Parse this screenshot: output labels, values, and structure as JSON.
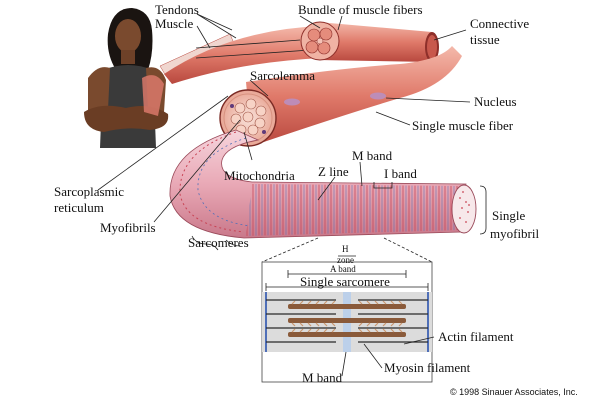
{
  "labels": {
    "tendons": "Tendons",
    "muscle": "Muscle",
    "bundle": "Bundle of muscle fibers",
    "connective_1": "Connective",
    "connective_2": "tissue",
    "sarcolemma": "Sarcolemma",
    "nucleus": "Nucleus",
    "single_fiber": "Single muscle fiber",
    "m_band_top": "M band",
    "z_line": "Z line",
    "i_band": "I band",
    "mitochondria": "Mitochondria",
    "sarcoplasmic_1": "Sarcoplasmic",
    "sarcoplasmic_2": "reticulum",
    "myofibrils": "Myofibrils",
    "single_myofibril_1": "Single",
    "single_myofibril_2": "myofibril",
    "sarcomeres": "Sarcomeres",
    "h_zone_1": "H",
    "h_zone_2": "zone",
    "a_band": "A band",
    "single_sarcomere": "Single sarcomere",
    "actin": "Actin filament",
    "myosin": "Myosin filament",
    "m_band_bottom": "M band"
  },
  "copyright": "© 1998 Sinauer Associates, Inc.",
  "colors": {
    "muscle": "#e07a6a",
    "muscle_dark": "#b8483e",
    "muscle_light": "#f2b3a6",
    "myofibril_red": "#c84455",
    "myofibril_blue": "#4f6fb8",
    "skin": "#7a4a2e",
    "top": "#3a3a3a",
    "panel_bg": "#dcdcdc",
    "filament_brown": "#8a5a3a"
  }
}
